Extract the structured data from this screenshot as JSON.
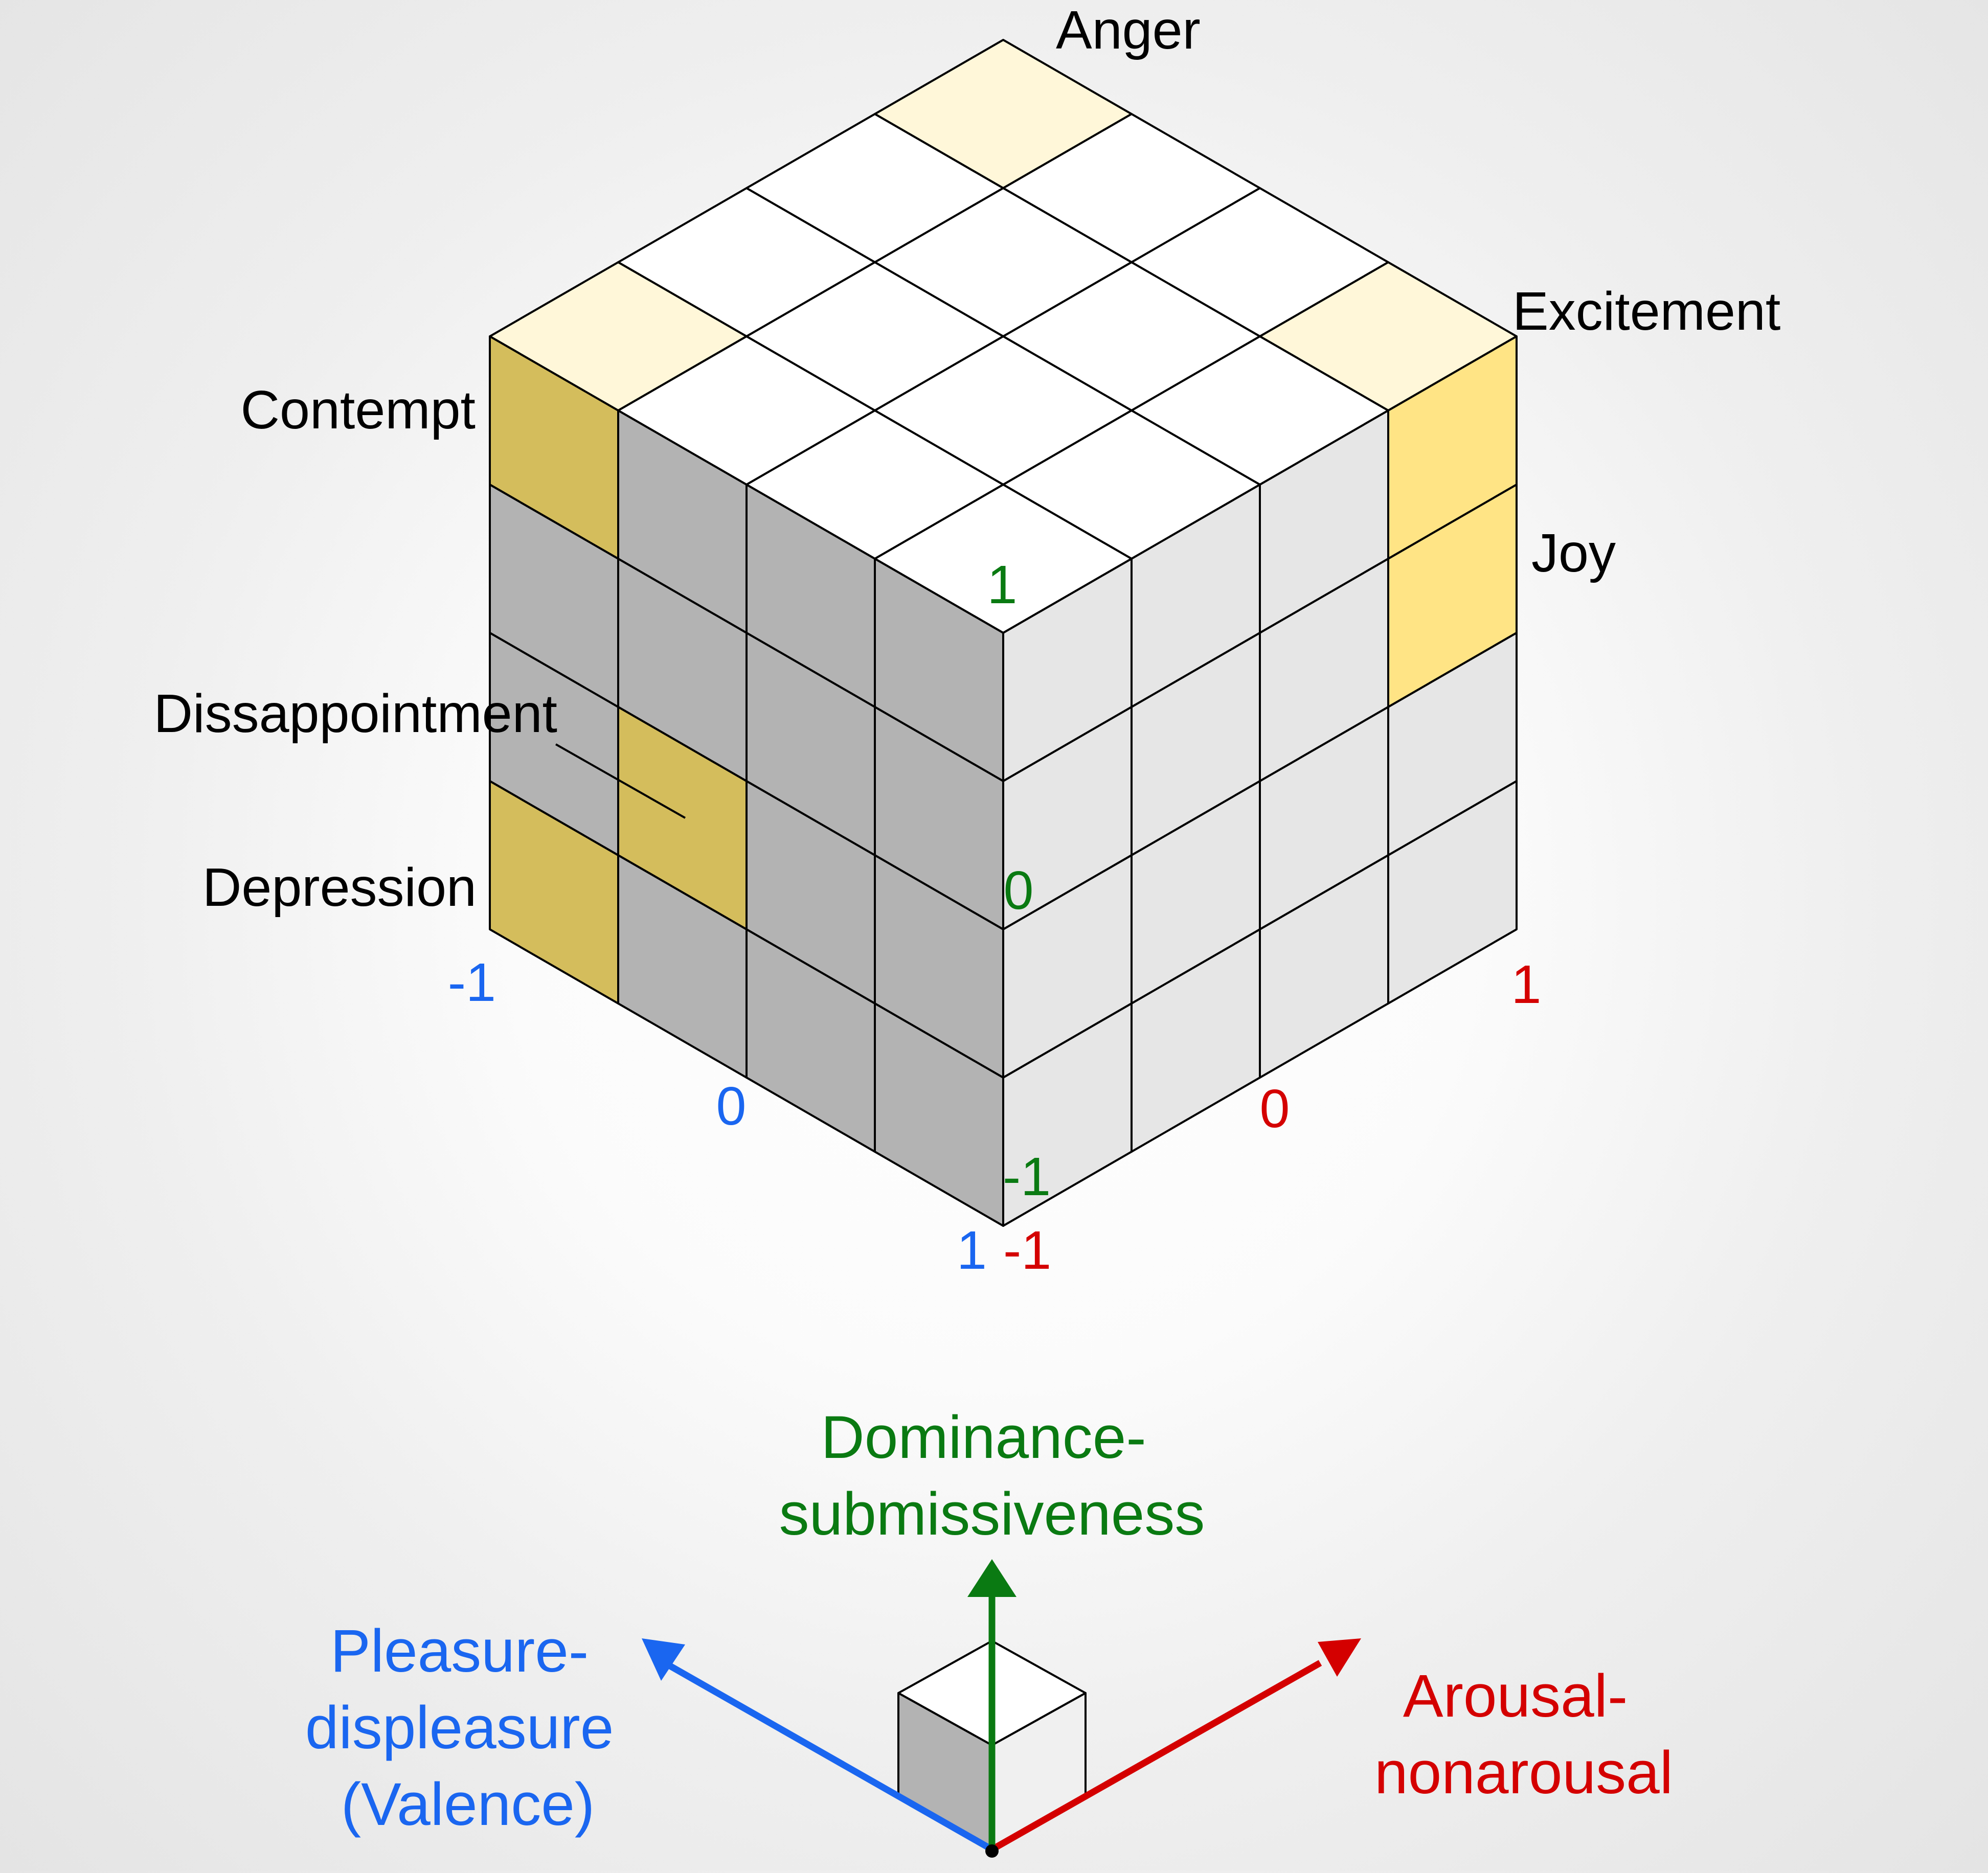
{
  "emotions": {
    "anger": "Anger",
    "excitement": "Excitement",
    "contempt": "Contempt",
    "joy": "Joy",
    "disappointment": "Dissappointment",
    "depression": "Depression"
  },
  "axes": {
    "valence": {
      "lines": [
        "Pleasure-",
        "displeasure",
        "(Valence)"
      ],
      "color": "#1a66f0",
      "ticks": [
        "-1",
        "0",
        "1"
      ]
    },
    "arousal": {
      "lines": [
        "Arousal-",
        "nonarousal"
      ],
      "color": "#d40000",
      "ticks": [
        "-1",
        "0",
        "1"
      ]
    },
    "dominance": {
      "lines": [
        "Dominance-",
        "submissiveness"
      ],
      "color": "#0a7a12",
      "ticks": [
        "-1",
        "0",
        "1"
      ]
    }
  },
  "colors": {
    "top_face": "#ffffff",
    "left_face": "#b3b3b3",
    "right_face": "#e6e6e6",
    "highlight_top": "#fff7d9",
    "highlight_left": "#d4bd5c",
    "highlight_right": "#ffe485",
    "grid_line": "#000000"
  }
}
